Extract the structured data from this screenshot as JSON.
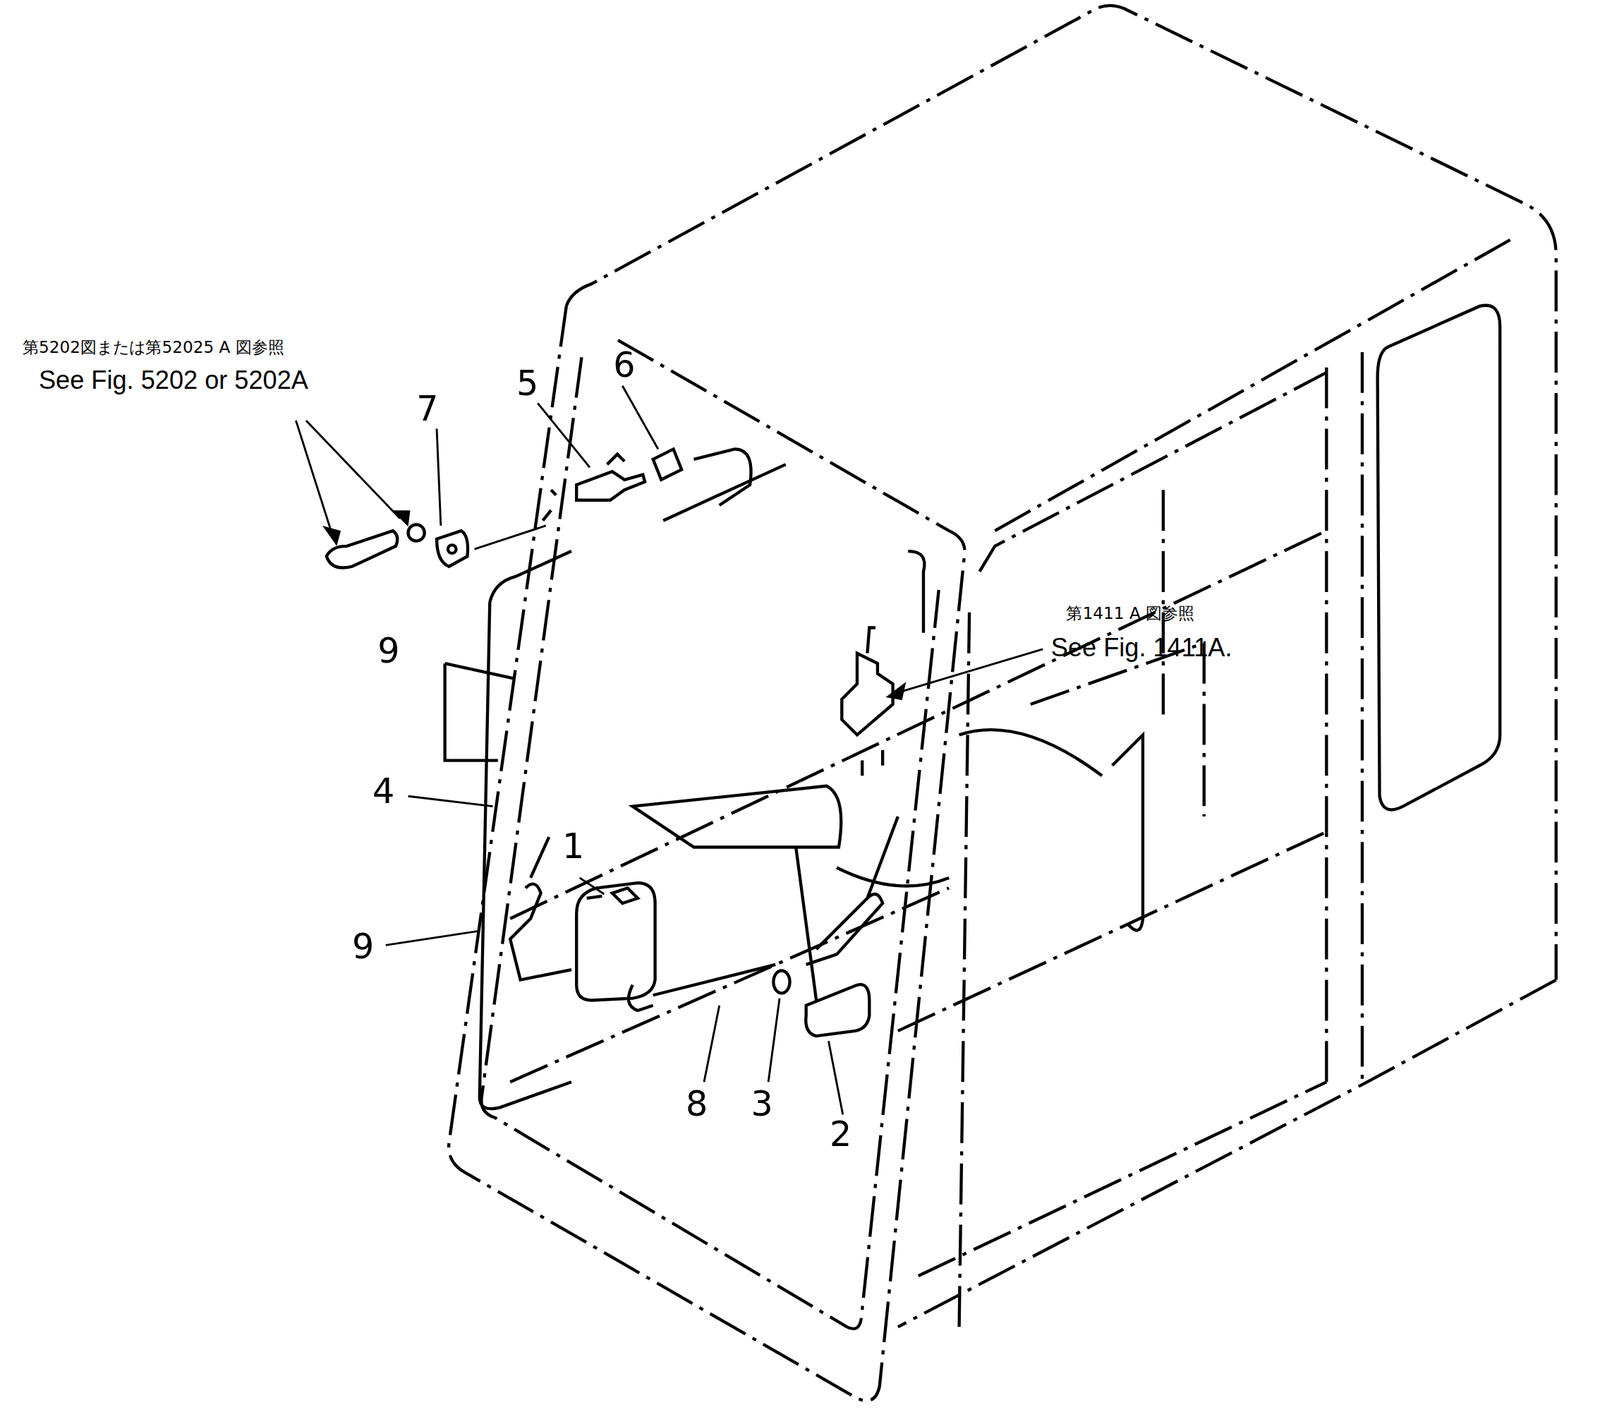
{
  "diagram": {
    "labels": [
      "第5202図または第52025 A 図参照",
      "See Fig. 5202 or 5202A",
      "7",
      "5",
      "6",
      "9",
      "4",
      "1",
      "9",
      "8",
      "3",
      "2",
      "第1411 A 図参照",
      "See Fig. 1411A."
    ]
  }
}
